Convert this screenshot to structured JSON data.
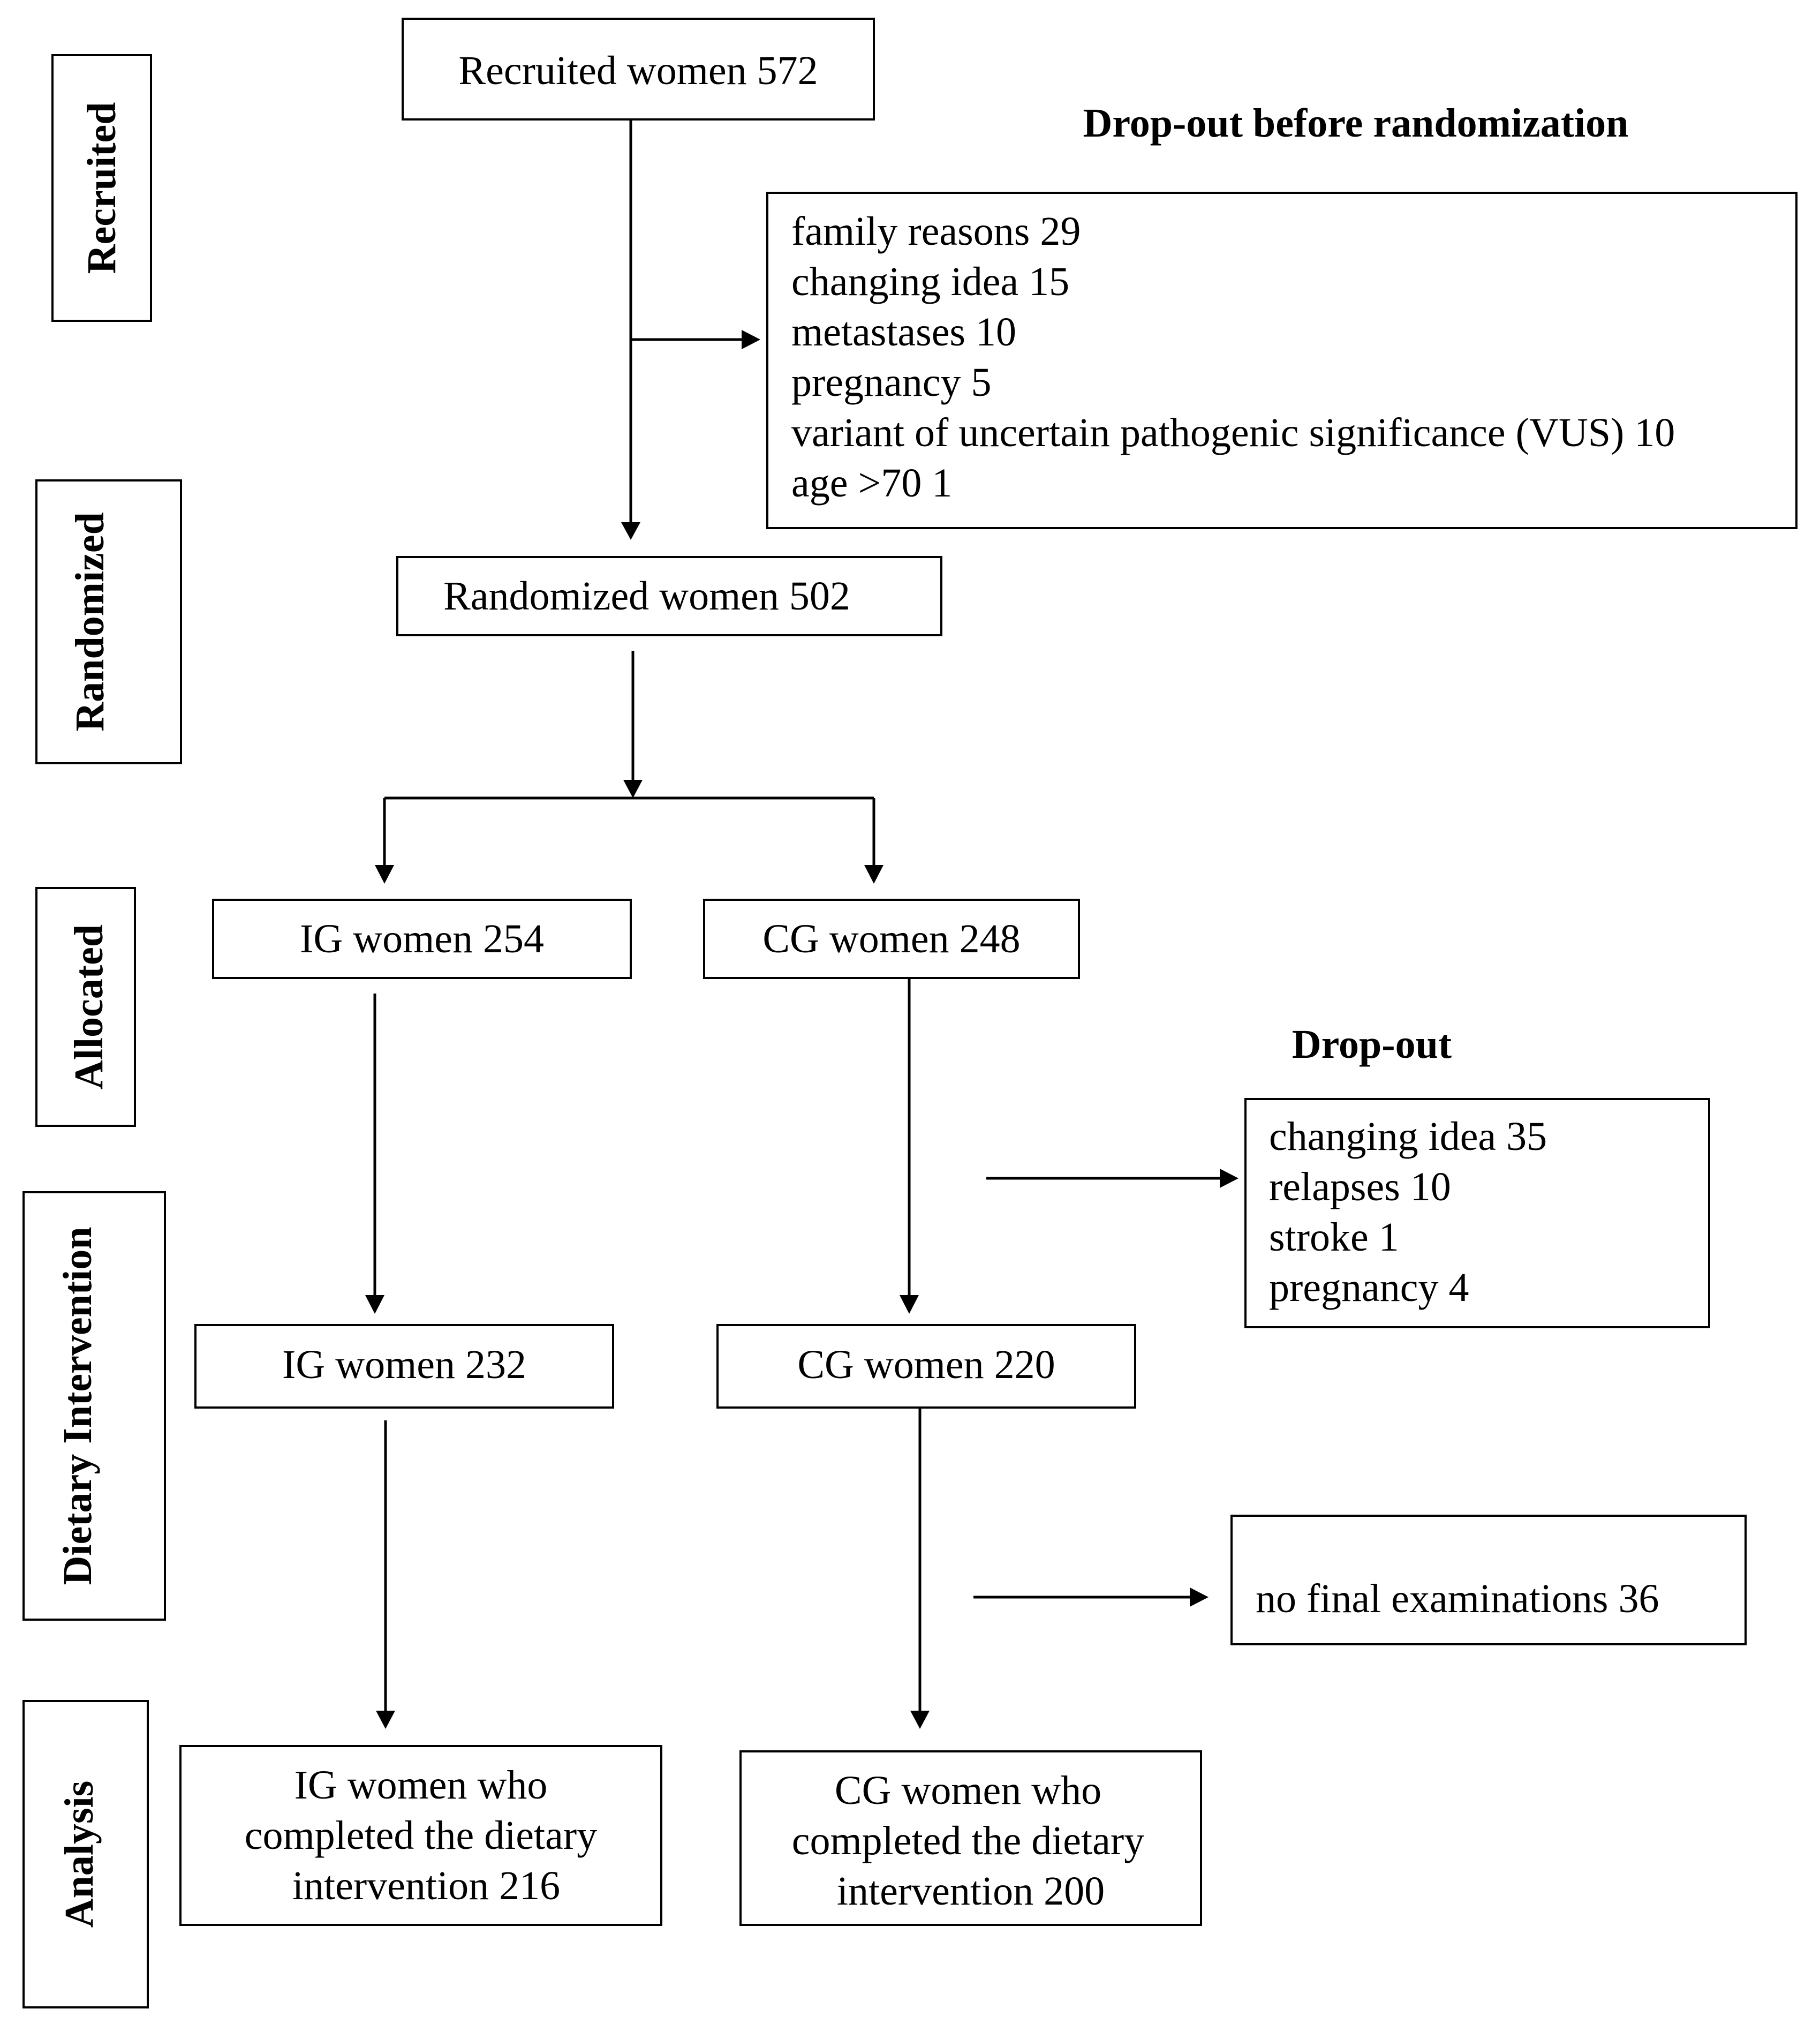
{
  "stages": {
    "recruited": "Recruited",
    "randomized": "Randomized",
    "allocated": "Allocated",
    "dietary": "Dietary Intervention",
    "analysis": "Analysis"
  },
  "recruited_box": "Recruited women  572",
  "dropout_before": {
    "heading": "Drop-out before randomization",
    "items": [
      "family reasons 29",
      "changing idea 15",
      "metastases 10",
      "pregnancy 5",
      "variant of uncertain pathogenic significance (VUS)  10",
      "age >70 1"
    ]
  },
  "randomized_box": "Randomized women  502",
  "ig_allocated": "IG women 254",
  "cg_allocated": "CG women 248",
  "dropout": {
    "heading": "Drop-out",
    "items": [
      "changing idea  35",
      "relapses  10",
      "stroke  1",
      "pregnancy  4"
    ]
  },
  "ig_intervention": "IG women 232",
  "cg_intervention": "CG women 220",
  "no_final": "no final examinations 36",
  "ig_analysis": [
    "IG women  who",
    "completed the dietary",
    "intervention 216"
  ],
  "cg_analysis": [
    "CG women  who",
    "completed the dietary",
    "intervention 200"
  ]
}
